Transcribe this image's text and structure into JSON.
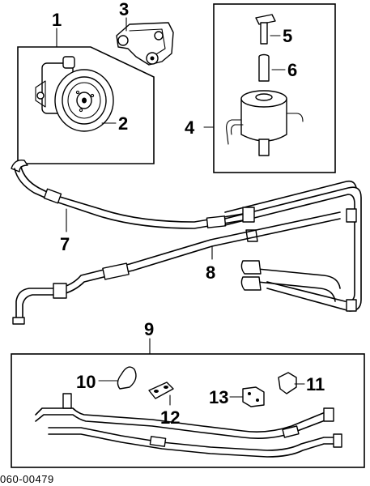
{
  "callouts": {
    "c1": "1",
    "c2": "2",
    "c3": "3",
    "c4": "4",
    "c5": "5",
    "c6": "6",
    "c7": "7",
    "c8": "8",
    "c9": "9",
    "c10": "10",
    "c11": "11",
    "c12": "12",
    "c13": "13"
  },
  "reference_code": "060-00479"
}
